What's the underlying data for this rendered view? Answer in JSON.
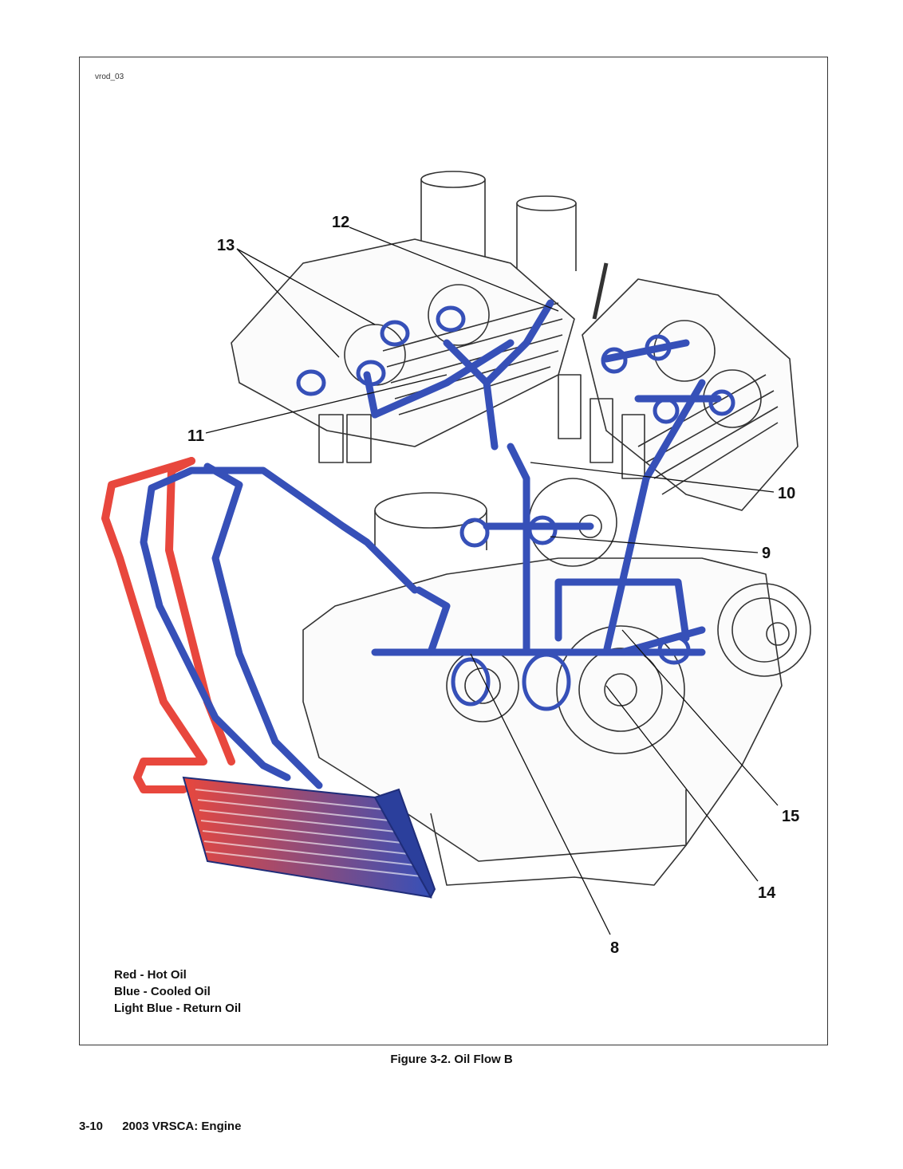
{
  "figure": {
    "id": "vrod_03",
    "caption": "Figure 3-2. Oil Flow B"
  },
  "callouts": {
    "c8": "8",
    "c9": "9",
    "c10": "10",
    "c11": "11",
    "c12": "12",
    "c13": "13",
    "c14": "14",
    "c15": "15"
  },
  "legend": {
    "red": "Red - Hot Oil",
    "blue": "Blue - Cooled Oil",
    "light_blue": "Light Blue - Return Oil"
  },
  "footer": {
    "page_number": "3-10",
    "section": "2003 VRSCA: Engine"
  },
  "colors": {
    "hot_oil": "#e8473d",
    "cooled_oil": "#3650b8",
    "engine_line": "#333333"
  }
}
